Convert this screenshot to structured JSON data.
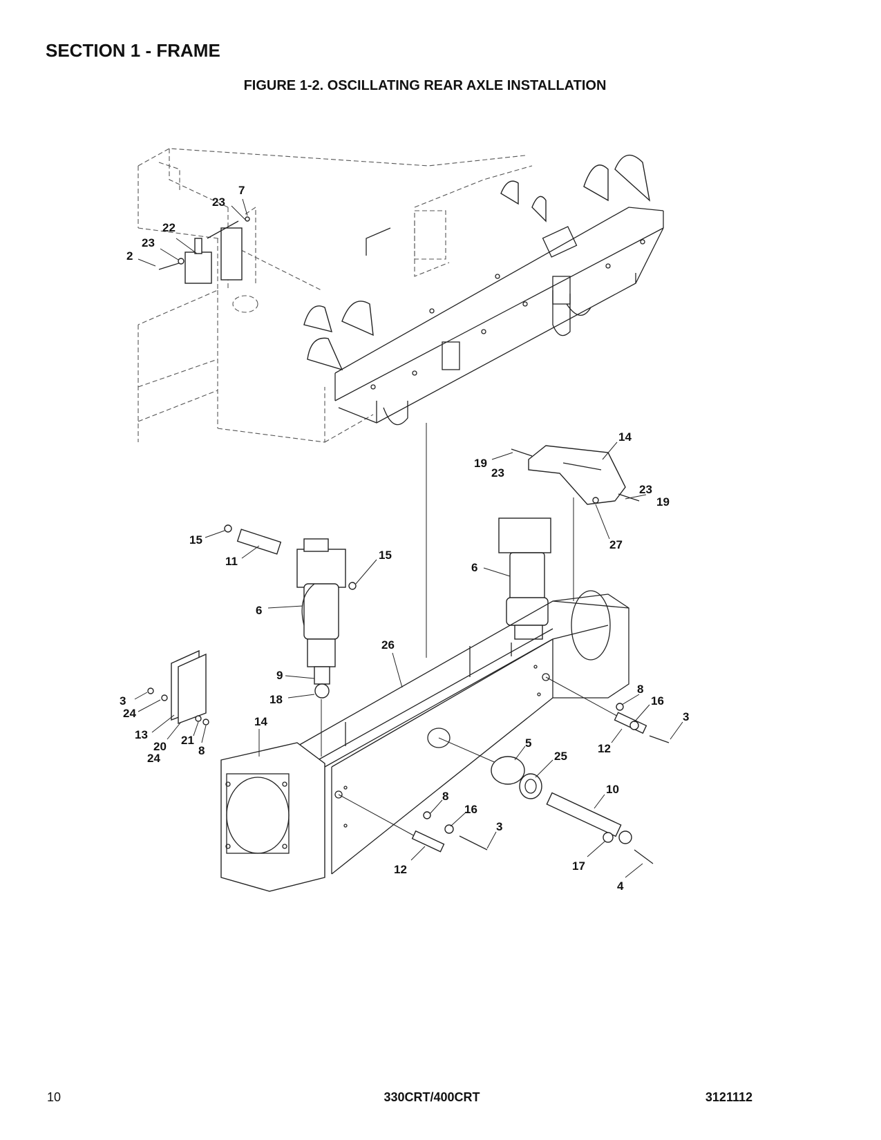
{
  "header": {
    "section_title": "SECTION 1 - FRAME",
    "figure_title": "FIGURE 1-2. OSCILLATING REAR AXLE INSTALLATION"
  },
  "callouts": [
    "7",
    "23",
    "22",
    "23",
    "2",
    "14",
    "19",
    "23",
    "23",
    "19",
    "27",
    "15",
    "11",
    "15",
    "6",
    "6",
    "26",
    "9",
    "18",
    "3",
    "24",
    "13",
    "20",
    "21",
    "24",
    "8",
    "14",
    "8",
    "16",
    "3",
    "12",
    "5",
    "25",
    "10",
    "8",
    "16",
    "3",
    "12",
    "17",
    "4"
  ],
  "footer": {
    "page_number": "10",
    "model": "330CRT/400CRT",
    "document_number": "3121112"
  }
}
